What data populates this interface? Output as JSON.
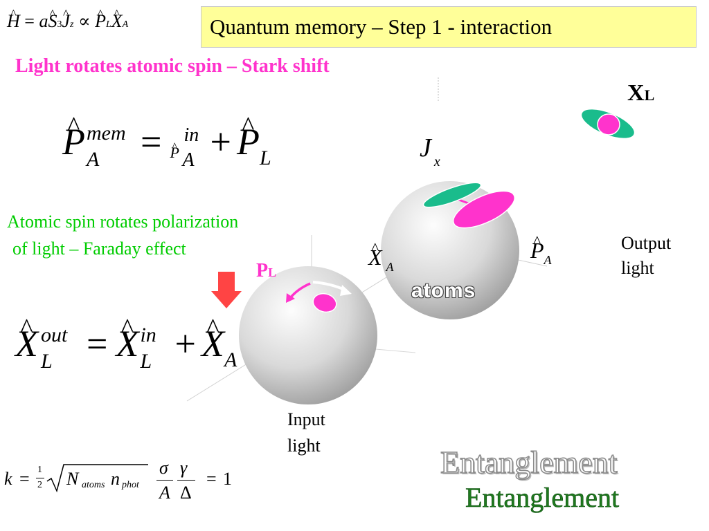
{
  "title": "Quantum memory – Step 1 - interaction",
  "hamiltonian": {
    "H": "H",
    "eq": "=",
    "a": "a",
    "S": "S",
    "sub3": "3",
    "J": "J",
    "subz": "z",
    "prop": "∝",
    "P": "P",
    "subL": "L",
    "X": "X",
    "subA": "A"
  },
  "stark_heading": "Light rotates atomic spin – Stark shift",
  "faraday": {
    "line1": "Atomic spin rotates polarization",
    "line2": "of light – Faraday effect"
  },
  "eq_p": {
    "lhs": "P",
    "lhs_sup": "mem",
    "lhs_sub": "A",
    "eq": "=",
    "in_letter": "P",
    "in_sup": "in",
    "in_sub": "A",
    "plus": "+",
    "rhs": "P",
    "rhs_sub": "L"
  },
  "eq_x": {
    "lhs": "X",
    "lhs_sup": "out",
    "lhs_sub": "L",
    "eq": "=",
    "mid": "X",
    "mid_sup": "in",
    "mid_sub": "L",
    "plus": "+",
    "rhs": "X",
    "rhs_sub": "A"
  },
  "k_eq": {
    "k": "k",
    "eq": "=",
    "half_num": "1",
    "half_den": "2",
    "N": "N",
    "N_sub": "atoms",
    "n": "n",
    "n_sub": "phot",
    "sigma": "σ",
    "area": "A",
    "gamma": "γ",
    "delta": "Δ",
    "eq2": "=",
    "one": "1"
  },
  "labels": {
    "XL": "X",
    "XL_sub": "L",
    "Jx": "J",
    "Jx_sub": "x",
    "XA": "X",
    "XA_sub": "A",
    "PA": "P",
    "PA_sub": "A",
    "PL": "P",
    "PL_sub": "L",
    "output": [
      "Output",
      "light"
    ],
    "input": [
      "Input",
      "light"
    ],
    "atoms": "atoms"
  },
  "entanglement_outline": "Entanglement",
  "entanglement_green": "Entanglement",
  "colors": {
    "title_bg": "#ffff99",
    "pink": "#ff33cc",
    "green": "#00cc00",
    "teal": "#1abc8c",
    "arrow_red": "#ff4444"
  }
}
